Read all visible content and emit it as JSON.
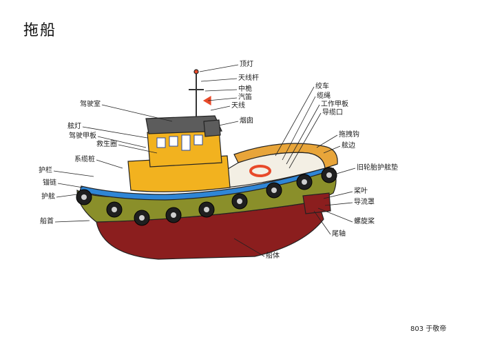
{
  "title": "拖船",
  "signature": "803 于敬帝",
  "colors": {
    "hull_bottom": "#8b1e1e",
    "hull_upper": "#8a8f2a",
    "deckhouse": "#f2b21f",
    "deck_stripe": "#2f86d6",
    "roof": "#5c5c5c",
    "tire": "#1f1f1f",
    "bulwark": "#e8a53a",
    "deck": "#f3efe4",
    "mast": "#333333",
    "buoy": "#e84a2a",
    "leader_line": "#222222"
  },
  "labels": {
    "mast_top_light": "顶灯",
    "antenna_mast": "天线杆",
    "signal_panel": "中桅",
    "steam_whistle": "汽笛",
    "antenna": "天线",
    "bridge": "驾驶室",
    "funnel": "烟囱",
    "side_light": "舷灯",
    "cabin_railing": "驾驶甲板",
    "navigation_window": "救生圈",
    "winch": "绞车",
    "tow_rope": "缆绳",
    "work_deck": "工作甲板",
    "fairlead": "导缆口",
    "towing_hook": "拖拽钩",
    "bulwark_edge": "舷边",
    "tire_fender": "旧轮胎护舷垫",
    "blade": "桨叶",
    "rudder_nozzle": "导流罩",
    "propeller": "螺旋桨",
    "tail_shaft": "尾轴",
    "hull_body": "船体",
    "bitt": "系缆桩",
    "guard_rail": "护栏",
    "anchor_chain": "锚链",
    "fender": "护舷",
    "bow": "船首"
  }
}
